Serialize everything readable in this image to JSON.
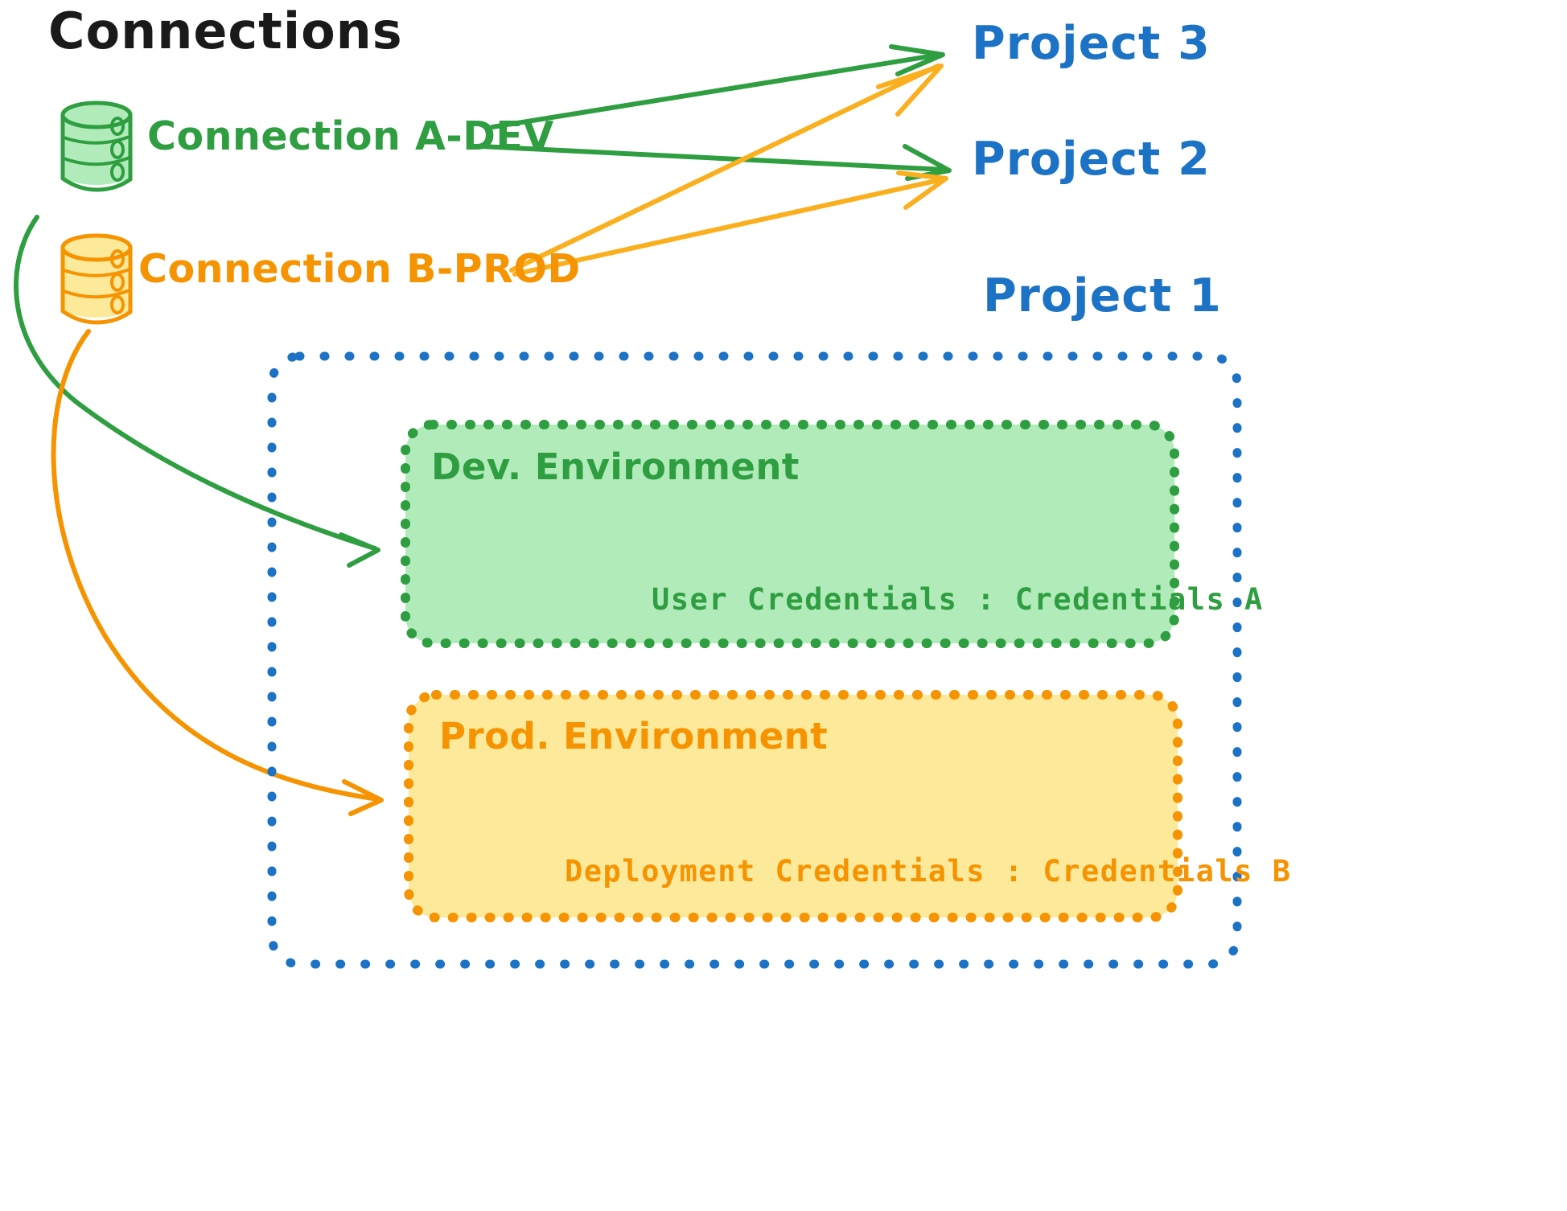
{
  "title": "Connections",
  "connections": [
    {
      "name": "Connection A-DEV",
      "color": "#2E9E41",
      "icon": "database-icon"
    },
    {
      "name": "Connection B-PROD",
      "color": "#F59300",
      "icon": "database-icon"
    }
  ],
  "projects": [
    {
      "label": "Project 3",
      "color": "#1C72C4"
    },
    {
      "label": "Project 2",
      "color": "#1C72C4"
    },
    {
      "label": "Project 1",
      "color": "#1C72C4"
    }
  ],
  "project1": {
    "border_color": "#1C72C4",
    "environments": [
      {
        "title": "Dev. Environment",
        "credentials_label": "User Credentials",
        "credentials_separator": ":",
        "credentials_value": "Credentials A",
        "credentials_line": "User Credentials : Credentials A",
        "color": "#2E9E41",
        "fill": "#B2EBBA"
      },
      {
        "title": "Prod. Environment",
        "credentials_label": "Deployment Credentials",
        "credentials_separator": ":",
        "credentials_value": "Credentials B",
        "credentials_line": "Deployment Credentials : Credentials B",
        "color": "#F59300",
        "fill": "#FDE99A"
      }
    ]
  },
  "edges": [
    {
      "from": "Connection A-DEV",
      "to": "Project 3",
      "color": "#2E9E41"
    },
    {
      "from": "Connection A-DEV",
      "to": "Project 2",
      "color": "#2E9E41"
    },
    {
      "from": "Connection A-DEV",
      "to": "Dev. Environment",
      "color": "#2E9E41"
    },
    {
      "from": "Connection B-PROD",
      "to": "Project 3",
      "color": "#F59300"
    },
    {
      "from": "Connection B-PROD",
      "to": "Project 2",
      "color": "#F59300"
    },
    {
      "from": "Connection B-PROD",
      "to": "Prod. Environment",
      "color": "#F59300"
    }
  ],
  "palette": {
    "green_stroke": "#2E9E41",
    "green_fill": "#B2EBBA",
    "orange_stroke": "#F59300",
    "orange_fill": "#FDE99A",
    "blue": "#1C72C4",
    "black": "#1a1a1a"
  }
}
